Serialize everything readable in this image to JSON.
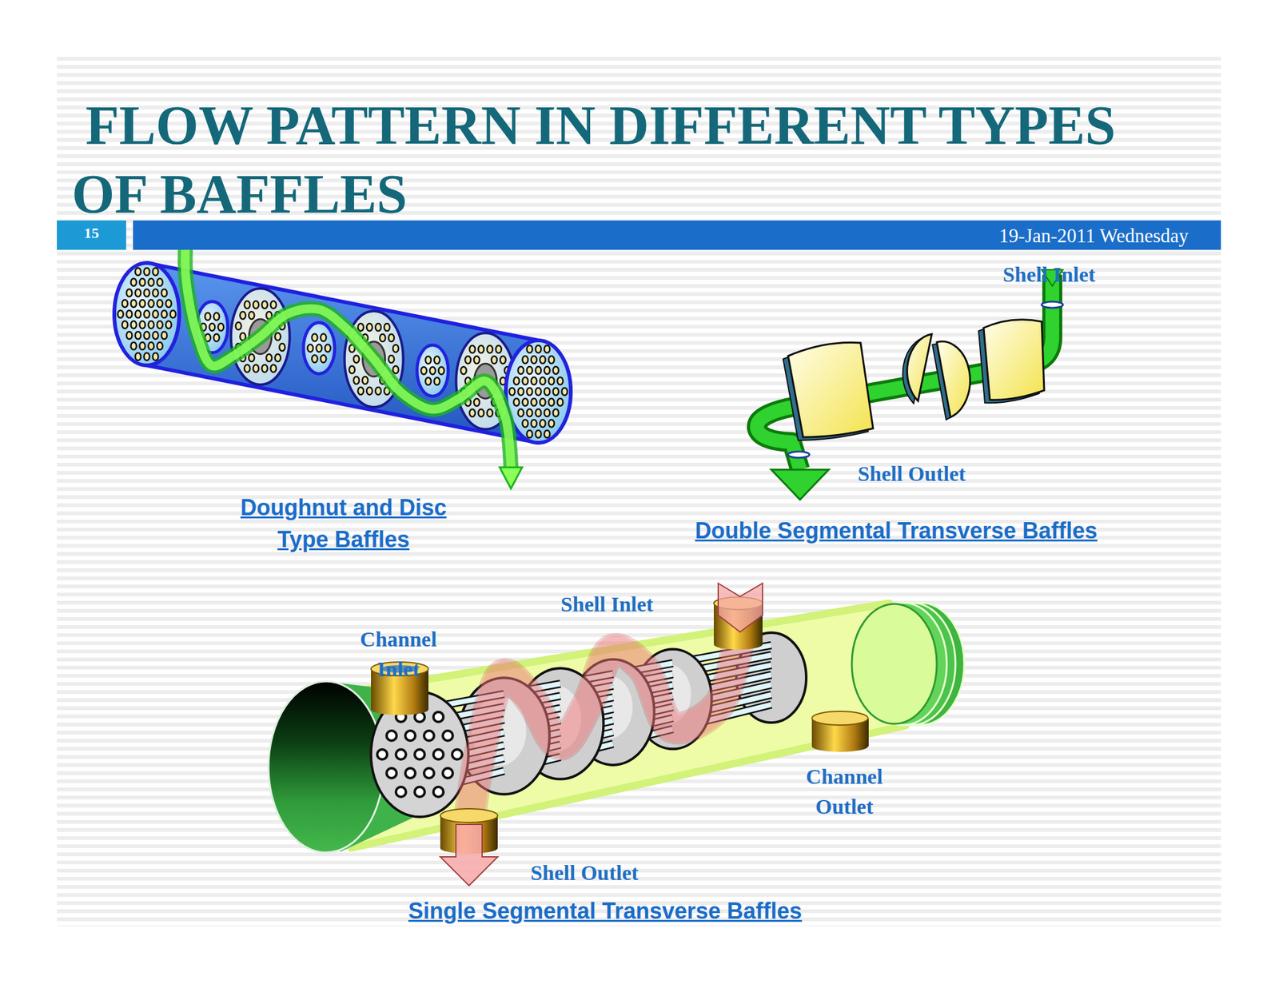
{
  "diagram": {
    "title": "FLOW PATTERN IN DIFFERENT TYPES OF BAFFLES",
    "nodes": [
      {
        "text": [
          "15"
        ]
      },
      {
        "text": [
          "19-Jan-2011 Wednesday"
        ]
      }
    ],
    "labels": [
      "Shell Inlet",
      "Shell Outlet",
      "Doughnut and Disc Type Baffles",
      "Double Segmental Transverse Baffles",
      "Shell Inlet",
      "Channel Inlet",
      "Channel Outlet",
      "Shell Outlet",
      "Single Segmental Transverse Baffles"
    ]
  }
}
